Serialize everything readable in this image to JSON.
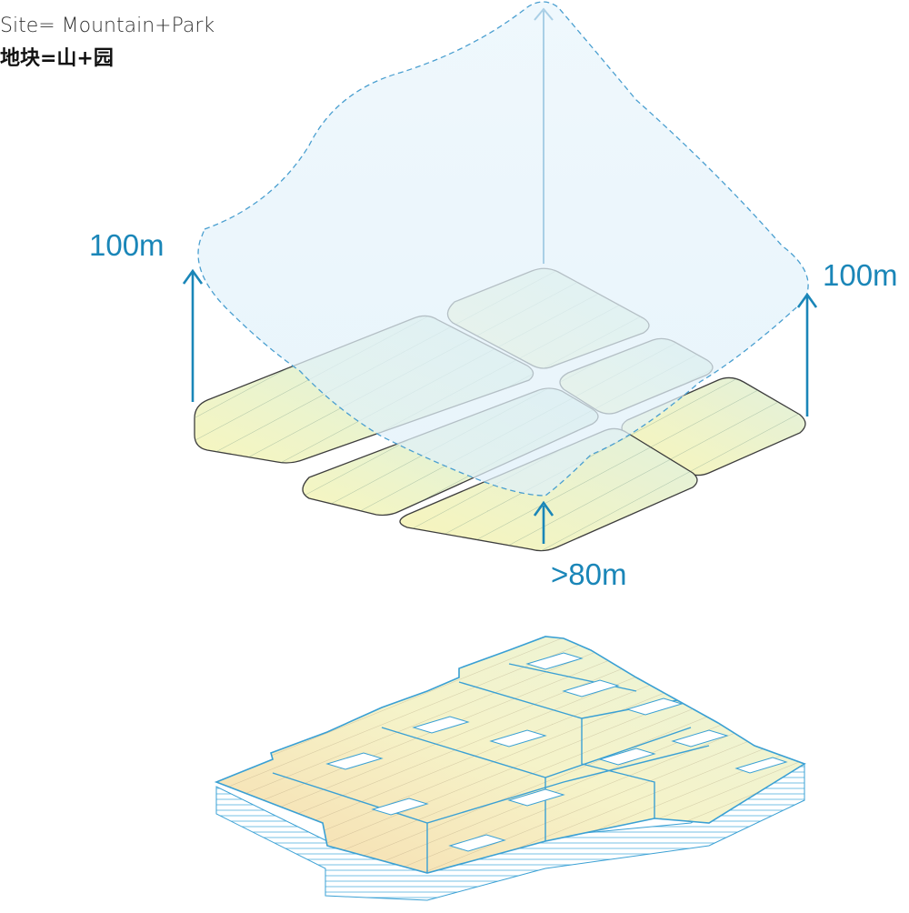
{
  "title": {
    "en": "Site= Mountain+Park",
    "zh": "地块=山+园"
  },
  "dimensions": {
    "left_height": "100m",
    "right_height": "100m",
    "bottom_height": ">80m"
  },
  "colors": {
    "accent": "#1a86b8",
    "envelope_fill": "#e6f3fb",
    "envelope_stroke": "#4a9fd0",
    "parcel_yellow": "#f3f5c2",
    "parcel_green": "#dff1e6",
    "parcel_outline": "#3d3d3d",
    "masterplan_stroke": "#3aa0d4",
    "masterplan_orange": "#f6d9a8"
  },
  "icons": {
    "height_arrow": "arrow-up-icon"
  }
}
